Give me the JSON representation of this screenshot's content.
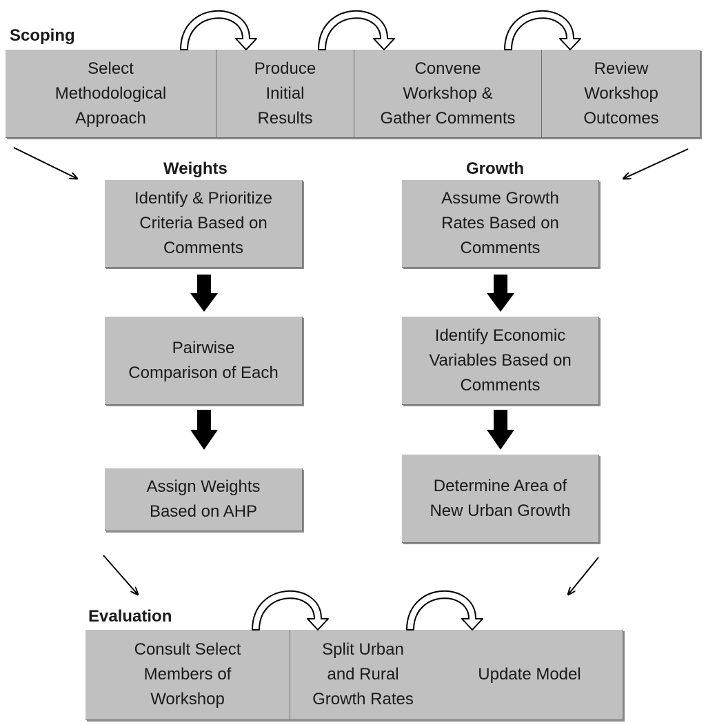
{
  "headings": {
    "scoping": "Scoping",
    "weights": "Weights",
    "growth": "Growth",
    "evaluation": "Evaluation"
  },
  "scoping": [
    "Select\nMethodological\nApproach",
    "Produce\nInitial\nResults",
    "Convene\nWorkshop &\nGather Comments",
    "Review\nWorkshop\nOutcomes"
  ],
  "weights": [
    "Identify & Prioritize\nCriteria Based on\nComments",
    "Pairwise\nComparison of Each",
    "Assign Weights\nBased on AHP"
  ],
  "growth": [
    "Assume Growth\nRates Based on\nComments",
    "Identify Economic\nVariables Based  on\nComments",
    "Determine Area of\nNew Urban Growth"
  ],
  "evaluation": [
    "Consult Select\nMembers of\nWorkshop",
    "Split Urban\nand Rural\nGrowth Rates",
    "Update Model"
  ],
  "colors": {
    "box_fill": "#c0c0c0",
    "arrow": "#000000"
  }
}
